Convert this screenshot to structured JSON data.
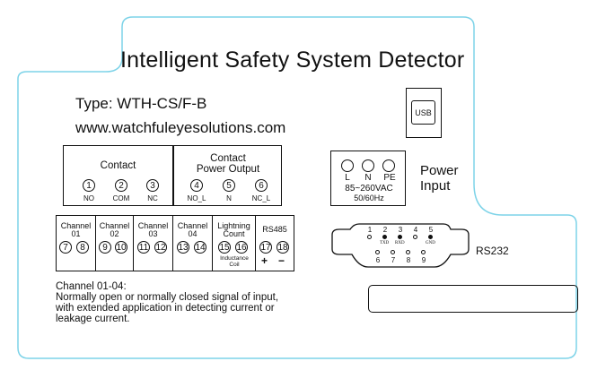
{
  "title": "Intelligent Safety System Detector",
  "type_line": "Type: WTH-CS/F-B",
  "website": "www.watchfuleyesolutions.com",
  "usb": {
    "label": "USB"
  },
  "contact": {
    "title": "Contact",
    "terminals": [
      {
        "num": "1",
        "label": "NO"
      },
      {
        "num": "2",
        "label": "COM"
      },
      {
        "num": "3",
        "label": "NC"
      }
    ]
  },
  "contact_power": {
    "title_line1": "Contact",
    "title_line2": "Power Output",
    "terminals": [
      {
        "num": "4",
        "label": "NO_L"
      },
      {
        "num": "5",
        "label": "N"
      },
      {
        "num": "6",
        "label": "NC_L"
      }
    ]
  },
  "channels": [
    {
      "line1": "Channel",
      "line2": "01",
      "a": "7",
      "b": "8"
    },
    {
      "line1": "Channel",
      "line2": "02",
      "a": "9",
      "b": "10"
    },
    {
      "line1": "Channel",
      "line2": "03",
      "a": "11",
      "b": "12"
    },
    {
      "line1": "Channel",
      "line2": "04",
      "a": "13",
      "b": "14"
    },
    {
      "line1": "Lightning",
      "line2": "Count",
      "a": "15",
      "b": "16",
      "sub1": "Inductance",
      "sub2": "Coil"
    },
    {
      "line1": "RS485",
      "line2": "",
      "a": "17",
      "b": "18",
      "plus": "+",
      "minus": "−"
    }
  ],
  "power": {
    "labels": [
      "L",
      "N",
      "PE"
    ],
    "voltage": "85~260VAC",
    "freq": "50/60Hz",
    "title_line1": "Power",
    "title_line2": "Input"
  },
  "rs232": {
    "label": "RS232",
    "top_pins": [
      "1",
      "2",
      "3",
      "4",
      "5"
    ],
    "bottom_pins": [
      "6",
      "7",
      "8",
      "9"
    ],
    "signals": [
      "TXD",
      "RXD",
      "GND"
    ]
  },
  "note": {
    "line1": "Channel 01-04:",
    "line2": "Normally open or normally closed signal of input,",
    "line3": "with extended application in detecting current or",
    "line4": "leakage current."
  },
  "colors": {
    "outline": "#7dd3e8"
  }
}
